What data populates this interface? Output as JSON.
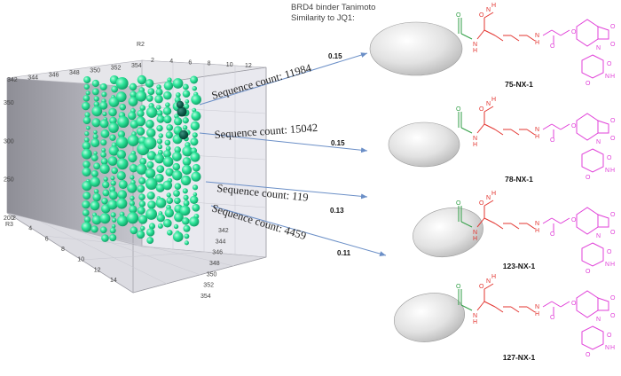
{
  "header": {
    "line1": "BRD4 binder Tanimoto",
    "line2": "Similarity to JQ1:"
  },
  "chart_data": {
    "type": "scatter",
    "dimensions": 3,
    "axes": {
      "R2": {
        "label": "R2",
        "ticks": [
          "2",
          "4",
          "6",
          "8",
          "10",
          "12"
        ]
      },
      "R3": {
        "label": "R3",
        "ticks": [
          "2",
          "4",
          "6",
          "8",
          "10",
          "12",
          "14"
        ]
      },
      "R1": {
        "label": "",
        "ticks": [
          "342",
          "344",
          "346",
          "348",
          "350",
          "352",
          "354"
        ]
      },
      "vertical": {
        "label": "",
        "ticks": [
          "200",
          "250",
          "300",
          "350"
        ]
      }
    },
    "point_color": "#2ee59a",
    "highlight_color": "#0b5a48",
    "annotations": [
      {
        "text": "Sequence count: 11984",
        "similarity": "0.15"
      },
      {
        "text": "Sequence count: 15042",
        "similarity": "0.15"
      },
      {
        "text": "Sequence count: 119",
        "similarity": "0.13"
      },
      {
        "text": "Sequence count: 4459",
        "similarity": "0.11"
      }
    ]
  },
  "compounds": [
    {
      "name": "75-NX-1"
    },
    {
      "name": "78-NX-1"
    },
    {
      "name": "123-NX-1"
    },
    {
      "name": "127-NX-1"
    }
  ],
  "structure_labels": {
    "nitrogen": "N",
    "oxygen": "O",
    "hydrogen": "H"
  },
  "colors": {
    "linker_red": "#e3342f",
    "amide_green": "#2f9e44",
    "thalidomide_magenta": "#e040d8",
    "arrow_blue": "#6b8fc7"
  }
}
